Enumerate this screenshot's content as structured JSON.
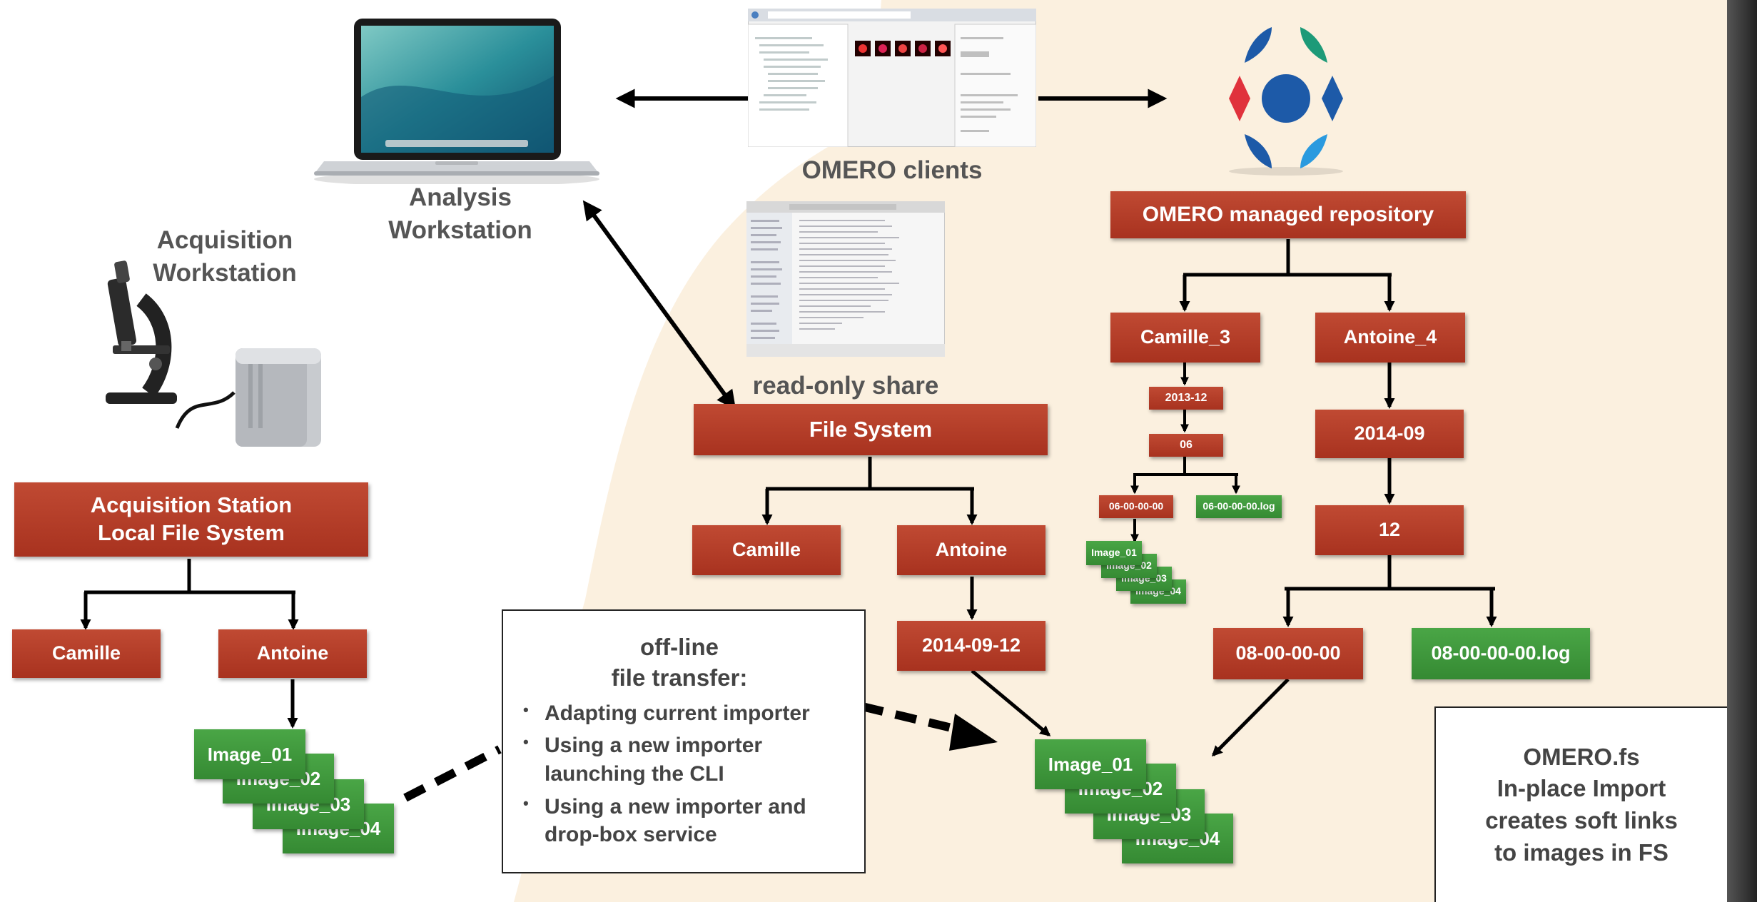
{
  "labels": {
    "analysis": "Analysis\nWorkstation",
    "acquisition": "Acquisition\nWorkstation",
    "clients": "OMERO clients",
    "share": "read-only share"
  },
  "acq": {
    "station": "Acquisition Station\nLocal File System",
    "camille": "Camille",
    "antoine": "Antoine",
    "images": [
      "Image_01",
      "Image_02",
      "Image_03",
      "Image_04"
    ]
  },
  "fs": {
    "title": "File System",
    "camille": "Camille",
    "antoine": "Antoine",
    "date": "2014-09-12",
    "images": [
      "Image_01",
      "Image_02",
      "Image_03",
      "Image_04"
    ]
  },
  "repo": {
    "title": "OMERO managed repository",
    "camille": "Camille_3",
    "c_year": "2013-12",
    "c_day": "06",
    "c_time": "06-00-00-00",
    "c_log": "06-00-00-00.log",
    "c_images": [
      "Image_01",
      "Image_02",
      "Image_03",
      "Image_04"
    ],
    "antoine": "Antoine_4",
    "a_year": "2014-09",
    "a_day": "12",
    "a_time": "08-00-00-00",
    "a_log": "08-00-00-00.log"
  },
  "transfer": {
    "title": "off-line\nfile transfer:",
    "items": [
      "Adapting current importer",
      "Using a new importer launching the CLI",
      "Using a new importer and drop-box service"
    ]
  },
  "omerofs": "OMERO.fs\nIn-place Import\ncreates soft links\nto images in FS",
  "colors": {
    "red": "#b53a26",
    "green": "#3f9a3c",
    "background_shape": "#fbf0df",
    "side_bar": "#333333"
  },
  "icons": [
    "laptop-icon",
    "microscope-icon",
    "storage-drive-icon",
    "omero-logo-icon",
    "omero-client-screenshot",
    "finder-window-screenshot"
  ]
}
